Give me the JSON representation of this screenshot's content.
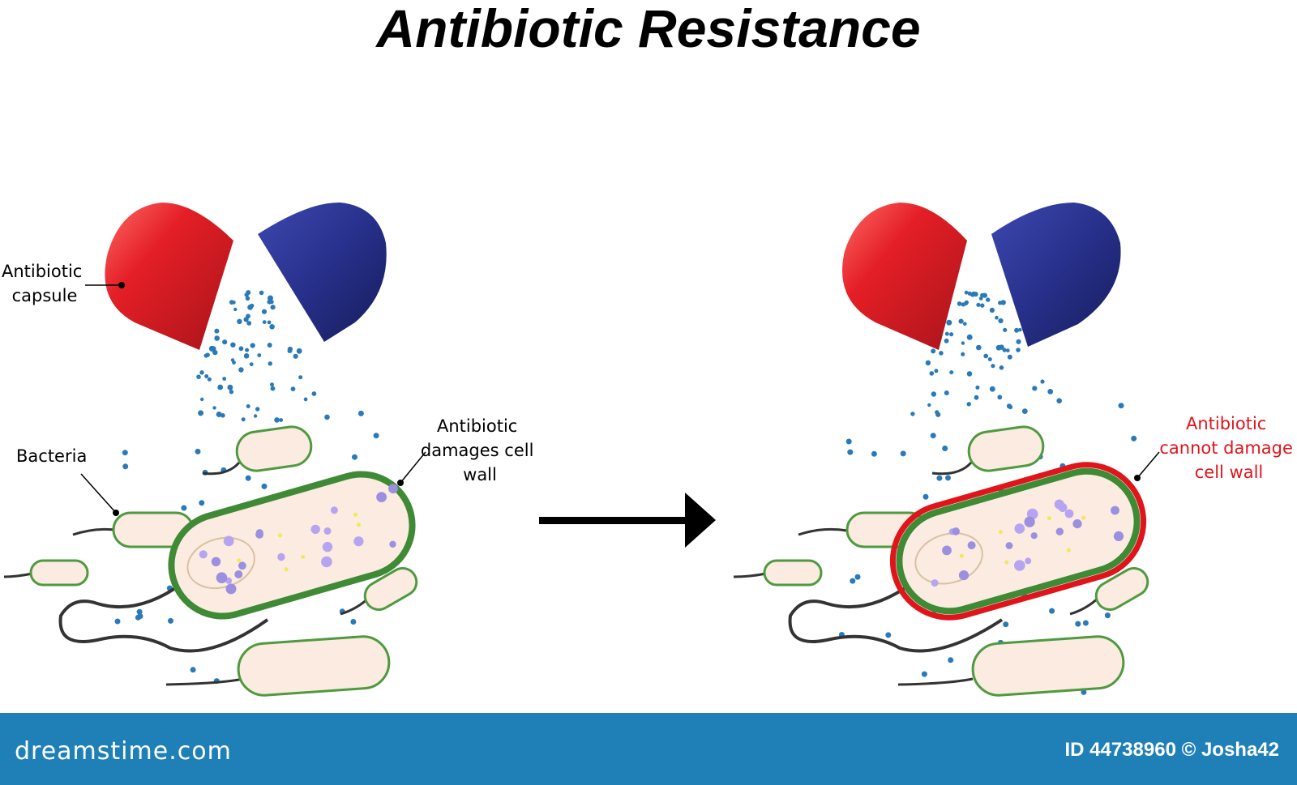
{
  "title": "Antibiotic Resistance",
  "labels": {
    "capsule": [
      "Antibiotic",
      "capsule"
    ],
    "bacteria": "Bacteria",
    "damages": [
      "Antibiotic",
      "damages cell",
      "wall"
    ],
    "cannot": [
      "Antibiotic",
      "cannot damage",
      "cell wall"
    ]
  },
  "colors": {
    "capsule_red": "#e41e26",
    "capsule_blue": "#27308a",
    "particle_blue": "#2a7ab8",
    "cell_wall_green": "#3f8a35",
    "resistant_wall_red": "#e0151b",
    "cell_fill": "#fbebe0",
    "footer_blue": "#1f80b8"
  },
  "icons": {
    "arrow": "right-arrow-icon",
    "capsule": "capsule-icon"
  },
  "footer": {
    "brand": "dreamstime.com",
    "id_text": "ID 44738960 © Josha42"
  }
}
